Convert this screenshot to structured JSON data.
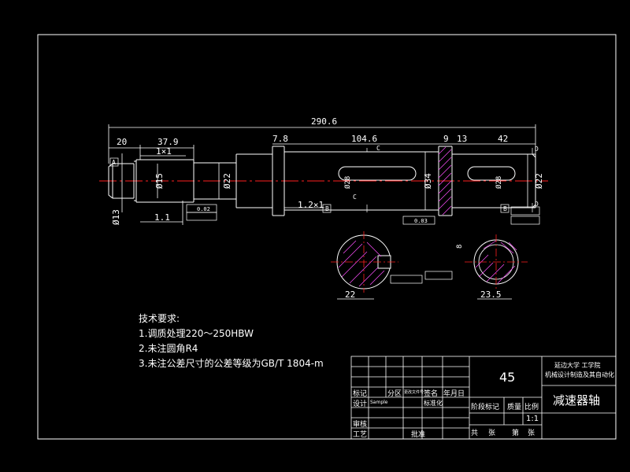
{
  "dimensions": {
    "overall_length": "290.6",
    "len_20": "20",
    "len_37_9": "37.9",
    "chamfer_1x1": "1×1",
    "len_7_8": "7.8",
    "len_104_6": "104.6",
    "len_9": "9",
    "len_13": "13",
    "len_42": "42",
    "dia_13": "Ø13",
    "dia_15": "Ø15",
    "dia_22_left": "Ø22",
    "dia_34": "Ø34",
    "dia_22_right": "Ø22",
    "dia_28_left": "Ø28",
    "dia_28_right": "Ø28",
    "len_1_1": "1.1",
    "chamfer_1_2x1": "1.2×1",
    "groove_width": "8",
    "section_22": "22",
    "section_23_5": "23.5"
  },
  "labels": {
    "datum_a": "A",
    "datum_b": "B",
    "section_c": "C",
    "section_d": "D",
    "tol_runout_1": "0.02",
    "tol_runout_2": "0.03"
  },
  "notes": {
    "title": "技术要求:",
    "line1": "1.调质处理220～250HBW",
    "line2": "2.未注圆角R4",
    "line3": "3.未注公差尺寸的公差等级为GB/T 1804-m"
  },
  "title_block": {
    "material": "45",
    "school": "延边大学 工学院",
    "department": "机械设计制造及其自动化",
    "part_name": "减速器轴",
    "scale": "1:1",
    "col_mark": "标记",
    "col_zone": "分区",
    "col_doc": "更改文件号",
    "col_sign": "签名",
    "col_date": "年月日",
    "row_design": "设计",
    "designer": "Sample",
    "std": "标准化",
    "stage_mark": "阶段标记",
    "weight": "质量",
    "ratio": "比例",
    "row_review": "审核",
    "row_process": "工艺",
    "approve": "批准",
    "total": "共",
    "sheets": "张",
    "sheet_no": "第",
    "sheets2": "张"
  }
}
